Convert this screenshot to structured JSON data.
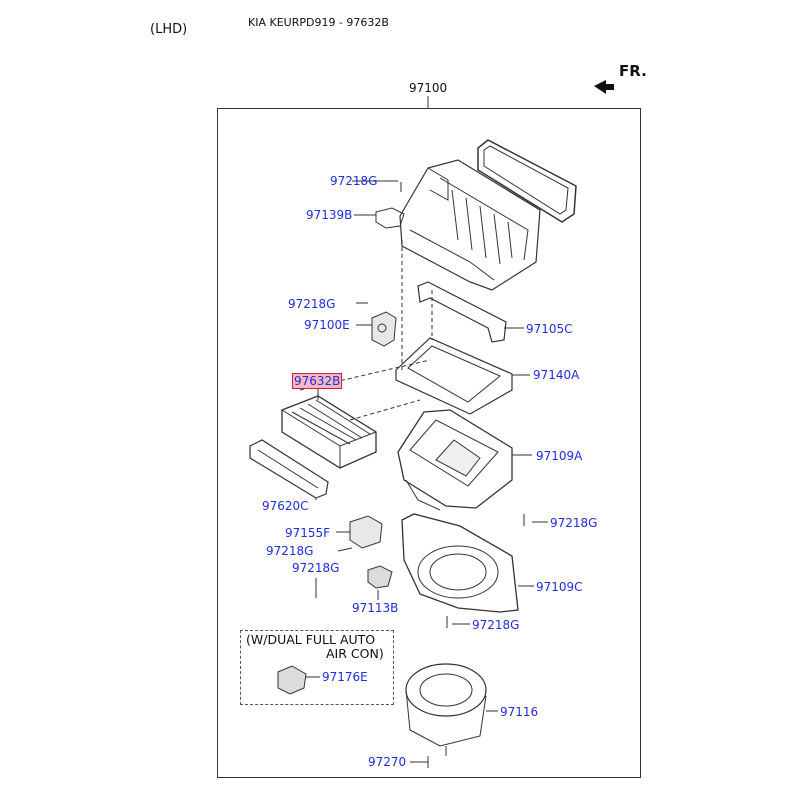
{
  "header": {
    "lhd": "(LHD)",
    "title": "KIA KEURPD919 - 97632B",
    "direction": "FR."
  },
  "assembly_label": "97100",
  "parts": {
    "p97218G_a": "97218G",
    "p97139B": "97139B",
    "p97218G_b": "97218G",
    "p97100E": "97100E",
    "p97105C": "97105C",
    "p97632B": "97632B",
    "p97140A": "97140A",
    "p97109A": "97109A",
    "p97620C": "97620C",
    "p97155F": "97155F",
    "p97218G_c": "97218G",
    "p97218G_d": "97218G",
    "p97218G_e": "97218G",
    "p97113B": "97113B",
    "p97109C": "97109C",
    "p97218G_f": "97218G",
    "p97176E": "97176E",
    "p97116": "97116",
    "p97270": "97270"
  },
  "option_box": {
    "line1": "(W/DUAL FULL AUTO",
    "line2": "AIR CON)"
  },
  "colors": {
    "part_number": "#1f2ee0",
    "highlight_fill": "#f7b7c0",
    "highlight_border": "#d02040"
  }
}
